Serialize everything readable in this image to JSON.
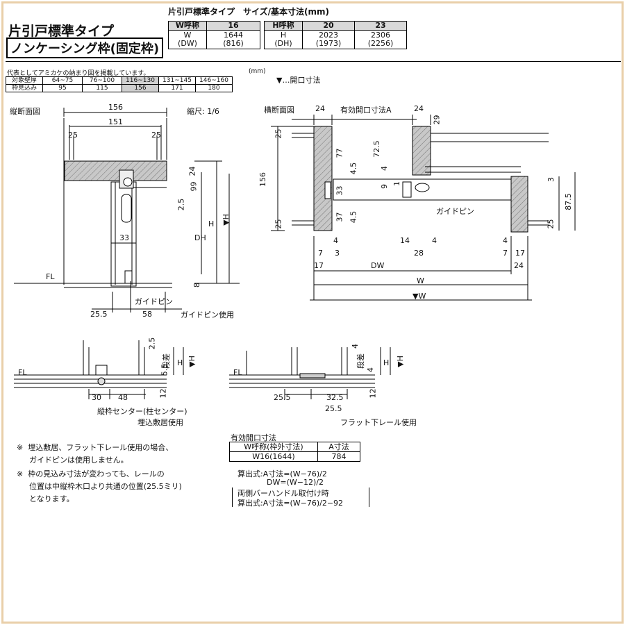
{
  "title": {
    "main": "片引戸標準タイプ",
    "sub": "ノンケーシング枠(固定枠)",
    "size_heading": "片引戸標準タイプ　サイズ/基本寸法(mm)"
  },
  "size_table": {
    "w_label": "W呼称",
    "w_code": "16",
    "w_row_label": "W\n(DW)",
    "w_value": "1644\n(816)",
    "h_label": "H呼称",
    "h_codes": [
      "20",
      "23"
    ],
    "h_row_label": "H\n(DH)",
    "h_values": [
      "2023\n(1973)",
      "2306\n(2256)"
    ]
  },
  "wall_table": {
    "caption": "代表としてアミカケの納まり図を掲載しています。",
    "unit": "(mm)",
    "rows": [
      {
        "label": "対象壁厚",
        "cells": [
          "64~75",
          "76~100",
          "116~130",
          "131~145",
          "146~160"
        ]
      },
      {
        "label": "枠見込み",
        "cells": [
          "95",
          "115",
          "156",
          "171",
          "180"
        ]
      }
    ],
    "highlight_index": 2
  },
  "legend": "▼…開口寸法",
  "vertical_section": {
    "title": "縦断面図",
    "scale": "縮尺: 1/6",
    "dims": {
      "d156": "156",
      "d151": "151",
      "d25a": "25",
      "d25b": "25",
      "d24": "24",
      "d99": "99",
      "d2_5": "2.5",
      "d33": "33",
      "dH": "H",
      "dVH": "▼H",
      "dDH": "DH",
      "d8": "8",
      "d25_5": "25.5",
      "d58": "58"
    },
    "fl": "FL",
    "guide_pin": "ガイドピン",
    "guide_pin_use": "ガイドピン使用"
  },
  "horizontal_section": {
    "title": "横断面図",
    "dims": {
      "d24a": "24",
      "dA": "有効開口寸法A",
      "d24b": "24",
      "d29": "29",
      "d25a": "25",
      "d77": "77",
      "d72_5": "72.5",
      "d156": "156",
      "d4_5a": "4.5",
      "d33": "33",
      "d9": "9",
      "d1": "1",
      "d3": "3",
      "d87_5": "87.5",
      "d37": "37",
      "d4_5b": "4.5",
      "d25b": "25",
      "d25c": "25",
      "d4a": "4",
      "d14": "14",
      "d4b": "4",
      "d4c": "4",
      "d7a": "7",
      "d3b": "3",
      "d28": "28",
      "d7b": "7",
      "d17a": "17",
      "d17b": "17",
      "dDW": "DW",
      "d24c": "24",
      "dW": "W",
      "dVW": "▼W"
    },
    "guide_pin": "ガイドピン"
  },
  "detail_left": {
    "dims": {
      "d2_5": "2.5",
      "step": "段差",
      "d5_5": "5.5",
      "d12": "12",
      "d30": "30",
      "d48": "48",
      "dH": "H",
      "dVH": "▼H"
    },
    "fl": "FL",
    "center_note": "縦枠センター(柱センター)",
    "caption": "埋込敷居使用"
  },
  "detail_right": {
    "dims": {
      "step": "段差",
      "d4a": "4",
      "d4b": "4",
      "d12": "12",
      "d25_5a": "25.5",
      "d32_5": "32.5",
      "d25_5b": "25.5",
      "dH": "H",
      "dVH": "▼H"
    },
    "fl": "FL",
    "caption": "フラット下レール使用"
  },
  "notes": [
    {
      "mark": "※",
      "lines": [
        "埋込敷居、フラット下レール使用の場合、",
        "ガイドピンは使用しません。"
      ]
    },
    {
      "mark": "※",
      "lines": [
        "枠の見込み寸法が変わっても、レールの",
        "位置は中縦枠木口より共通の位置(25.5ミリ)",
        "となります。"
      ]
    }
  ],
  "effective_opening": {
    "title": "有効開口寸法",
    "headers": [
      "W呼称(枠外寸法)",
      "A寸法"
    ],
    "row": [
      "W16(1644)",
      "784"
    ],
    "formulas": [
      "算出式:A寸法=(W−76)/2",
      "DW=(W−12)/2"
    ],
    "bar_handle_title": "両側バーハンドル取付け時",
    "bar_handle_formula": "算出式:A寸法=(W−76)/2−92"
  }
}
